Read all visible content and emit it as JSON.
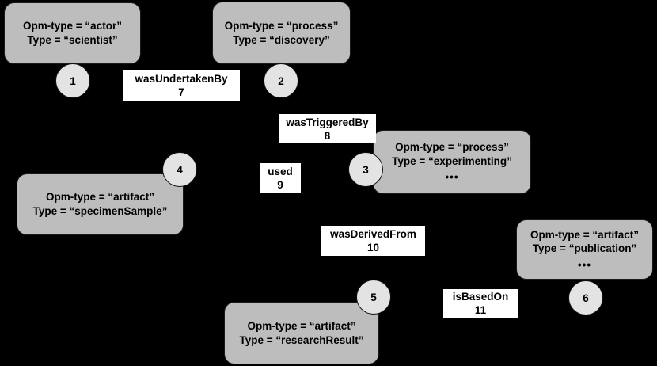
{
  "graph": {
    "background_color": "#000000",
    "node_box_color": "#bdbdbd",
    "node_circle_color": "#e3e3e3",
    "edge_label_color": "#ffffff",
    "text_color": "#000000"
  },
  "nodes": [
    {
      "id": "1",
      "opm_line": "Opm-type = “actor”",
      "type_line": "Type = “scientist”",
      "ellipsis": ""
    },
    {
      "id": "2",
      "opm_line": "Opm-type = “process”",
      "type_line": "Type = “discovery”",
      "ellipsis": ""
    },
    {
      "id": "3",
      "opm_line": "Opm-type = “process”",
      "type_line": "Type = “experimenting”",
      "ellipsis": "•••"
    },
    {
      "id": "4",
      "opm_line": "Opm-type = “artifact”",
      "type_line": "Type = “specimenSample”",
      "ellipsis": ""
    },
    {
      "id": "5",
      "opm_line": "Opm-type = “artifact”",
      "type_line": "Type = “researchResult”",
      "ellipsis": ""
    },
    {
      "id": "6",
      "opm_line": "Opm-type = “artifact”",
      "type_line": "Type = “publication”",
      "ellipsis": "•••"
    }
  ],
  "edges": [
    {
      "relation": "wasUndertakenBy",
      "number": "7"
    },
    {
      "relation": "wasTriggeredBy",
      "number": "8"
    },
    {
      "relation": "used",
      "number": "9"
    },
    {
      "relation": "wasDerivedFrom",
      "number": "10"
    },
    {
      "relation": "isBasedOn",
      "number": "11"
    }
  ]
}
